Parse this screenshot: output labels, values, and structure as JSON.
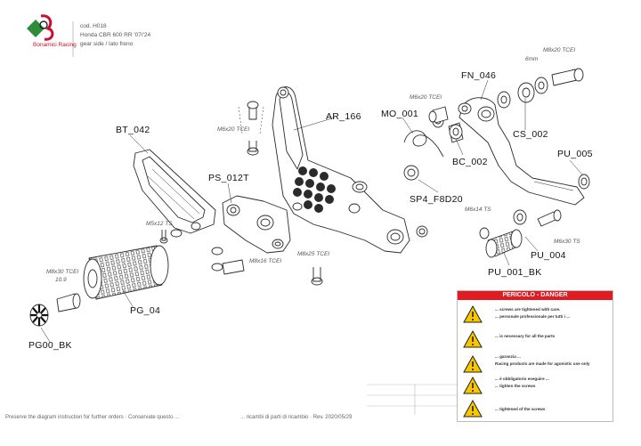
{
  "header": {
    "logo_text": "Bonamici Racing",
    "code": "cod. H018",
    "model": "Honda CBR 600 RR '07/'24",
    "side": "gear side / lato freno"
  },
  "part_labels": {
    "bt_042": "BT_042",
    "ar_166": "AR_166",
    "mo_001": "MO_001",
    "fn_046": "FN_046",
    "cs_002": "CS_002",
    "bc_002": "BC_002",
    "pu_005": "PU_005",
    "ps_012t": "PS_012T",
    "sp4_f8d20": "SP4_F8D20",
    "pu_004": "PU_004",
    "pu_001_bk": "PU_001_BK",
    "pg_04": "PG_04",
    "pg00_bk": "PG00_BK"
  },
  "specs": {
    "m8x20_tce_top": "M8x20 TCEI",
    "s6mm": "6mm",
    "m6x20_tcei_ar": "M6x20 TCEI",
    "m6x20_tcei_left": "M6x20 TCEI",
    "m5x12_ts": "M5x12 TS",
    "m8x16_tcei": "M8x16 TCEI",
    "m8x25_tcei": "M8x25 TCEI",
    "m6x14_ts": "M6x14 TS",
    "m6x30_ts": "M6x30 TS",
    "m8x30_tcei_left": "M8x30 TCEI",
    "grade_109": "10.9"
  },
  "danger": {
    "title": "PERICOLO - DANGER",
    "lines": [
      "... screws are tightened with care.",
      "... personale professionale per tutti i ...",
      "... is necessary for all the parts",
      "... garanzia ...",
      "Racing products are made for agonistic use only",
      "... è obbligatorio eseguire ...",
      "... tighten the screws",
      "... tightened of the screws"
    ]
  },
  "footer": {
    "left": "Preserve the diagram instruction for further orders · Conservate questo ...",
    "right": "... ricambi di parti di ricambio · Rev. 2020/05/29"
  },
  "colors": {
    "line": "#2b2b2b",
    "danger_red": "#e11b22",
    "warning_yellow": "#f7c600"
  }
}
